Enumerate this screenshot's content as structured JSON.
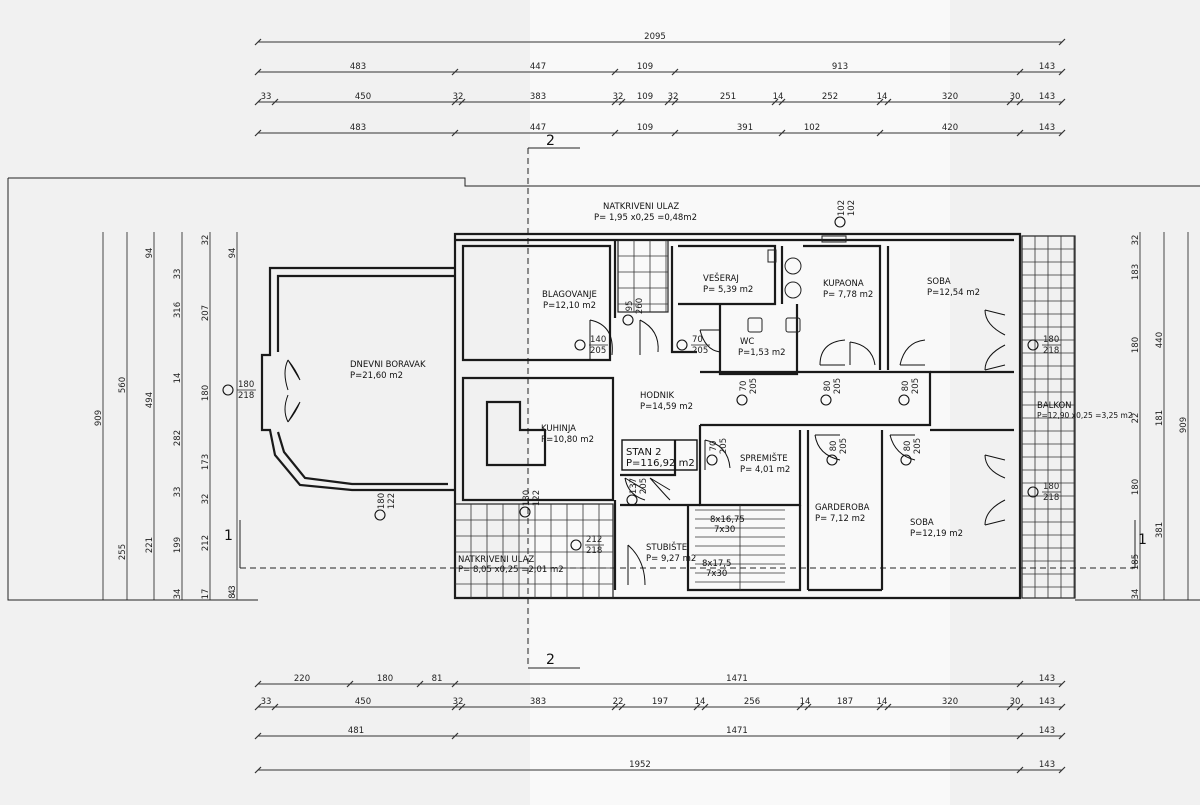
{
  "colors": {
    "paper": "#f1f1f1",
    "band": "#f9f9f9",
    "ink": "#1a1a1a"
  },
  "top_dims": {
    "row1": [
      "2095"
    ],
    "row2": [
      "483",
      "447",
      "109",
      "913",
      "143"
    ],
    "row3": [
      "33",
      "450",
      "32",
      "383",
      "32",
      "109",
      "32",
      "251",
      "14",
      "252",
      "14",
      "320",
      "30",
      "143"
    ],
    "row4": [
      "483",
      "447",
      "109",
      "391",
      "102",
      "420",
      "143"
    ]
  },
  "bottom_dims": {
    "row1": [
      "220",
      "180",
      "81",
      "1471",
      "143"
    ],
    "row2": [
      "33",
      "450",
      "32",
      "383",
      "22",
      "197",
      "14",
      "256",
      "14",
      "187",
      "14",
      "320",
      "30",
      "143"
    ],
    "row3": [
      "481",
      "1471",
      "143"
    ],
    "row4": [
      "1952",
      "143"
    ]
  },
  "left_dims": {
    "col1": [
      "909"
    ],
    "col2": [
      "560",
      "255"
    ],
    "col3": [
      "94",
      "494",
      "221"
    ],
    "col4": [
      "33",
      "316",
      "14",
      "282",
      "33",
      "199",
      "34"
    ],
    "col5": [
      "32",
      "207",
      "180",
      "173",
      "32",
      "212",
      "17"
    ],
    "col6": [
      "94",
      "3",
      "4",
      "8"
    ]
  },
  "right_dims": {
    "col1": [
      "32",
      "183",
      "180",
      "22",
      "180",
      "185",
      "34"
    ],
    "col2": [
      "440",
      "181",
      "381"
    ],
    "col3": [
      "909"
    ]
  },
  "section_marks": {
    "top": "2",
    "bottom": "2",
    "left": "1",
    "right": "1"
  },
  "rooms": {
    "natkriveni_top": {
      "name": "NATKRIVENI ULAZ",
      "area": "P= 1,95 x0,25 =0,48m2"
    },
    "blagovanje": {
      "name": "BLAGOVANJE",
      "area": "P=12,10 m2"
    },
    "vesheraj": {
      "name": "VEŠERAJ",
      "area": "P= 5,39 m2"
    },
    "kupaona": {
      "name": "KUPAONA",
      "area": "P= 7,78 m2"
    },
    "soba1": {
      "name": "SOBA",
      "area": "P=12,54 m2"
    },
    "wc": {
      "name": "WC",
      "area": "P=1,53 m2"
    },
    "dnevni": {
      "name": "DNEVNI BORAVAK",
      "area": "P=21,60 m2"
    },
    "hodnik": {
      "name": "HODNIK",
      "area": "P=14,59 m2"
    },
    "kuhinja": {
      "name": "KUHINJA",
      "area": "P=10,80 m2"
    },
    "stan": {
      "name": "STAN 2",
      "area": "P=116,92 m2"
    },
    "spremiste": {
      "name": "SPREMIŠTE",
      "area": "P= 4,01 m2"
    },
    "balkon": {
      "name": "BALKON",
      "area": "P=12,90 x0,25 =3,25 m2"
    },
    "garderoba": {
      "name": "GARDEROBA",
      "area": "P= 7,12 m2"
    },
    "soba2": {
      "name": "SOBA",
      "area": "P=12,19 m2"
    },
    "stubiste": {
      "name": "STUBIŠTE",
      "area": "P= 9,27 m2"
    },
    "natkriveni_bottom": {
      "name": "NATKRIVENI ULAZ",
      "area": "P= 8,05 x0,25 =2,01 m2"
    }
  },
  "openings": [
    {
      "w": "180",
      "h": "218"
    },
    {
      "w": "140",
      "h": "205"
    },
    {
      "w": "95",
      "h": "260"
    },
    {
      "w": "70",
      "h": "205"
    },
    {
      "w": "102",
      "h": "102"
    },
    {
      "w": "70",
      "h": "205"
    },
    {
      "w": "80",
      "h": "205"
    },
    {
      "w": "80",
      "h": "205"
    },
    {
      "w": "180",
      "h": "218"
    },
    {
      "w": "70",
      "h": "205"
    },
    {
      "w": "80",
      "h": "205"
    },
    {
      "w": "80",
      "h": "205"
    },
    {
      "w": "180",
      "h": "218"
    },
    {
      "w": "180",
      "h": "122"
    },
    {
      "w": "180",
      "h": "122"
    },
    {
      "w": "137",
      "h": "205"
    },
    {
      "w": "212",
      "h": "218"
    }
  ],
  "stairs": [
    {
      "n": "8x16,75",
      "d": "7x30"
    },
    {
      "n": "8x17,5",
      "d": "7x30"
    }
  ]
}
